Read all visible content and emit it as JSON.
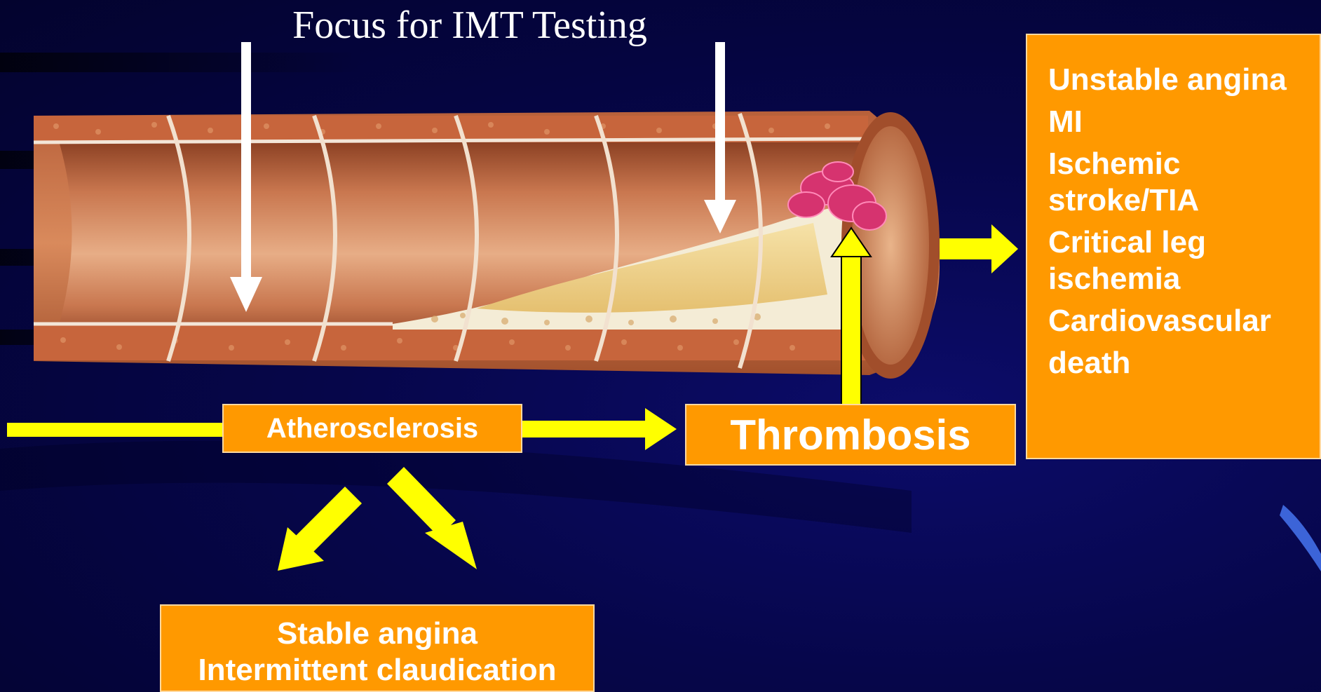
{
  "title": "Focus for IMT Testing",
  "nodes": {
    "atherosclerosis": "Atherosclerosis",
    "thrombosis": "Thrombosis",
    "stable": [
      "Stable angina",
      "Intermittent claudication"
    ],
    "outcomes": [
      [
        "Unstable angina"
      ],
      [
        "MI"
      ],
      [
        "Ischemic",
        "stroke/TIA"
      ],
      [
        "Critical leg",
        "ischemia"
      ],
      [
        "Cardiovascular"
      ],
      [
        "death"
      ]
    ]
  },
  "colors": {
    "box": "#ff9900",
    "arrow": "#ffff00",
    "pointer": "#ffffff",
    "background": "#06064a"
  }
}
